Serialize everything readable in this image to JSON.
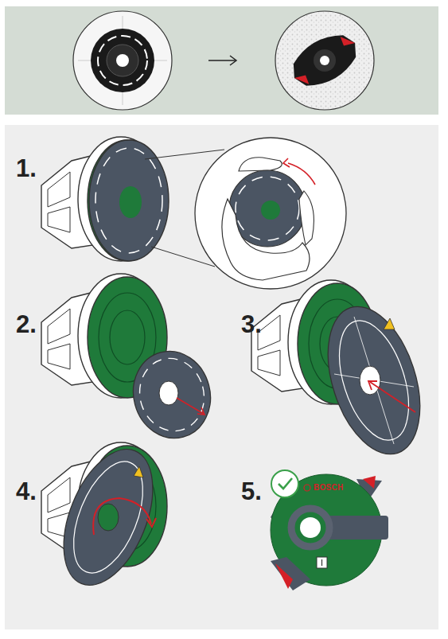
{
  "diagram": {
    "labels": [
      "1.",
      "2.",
      "3.",
      "4.",
      "5.",
      "BOSCH"
    ]
  }
}
